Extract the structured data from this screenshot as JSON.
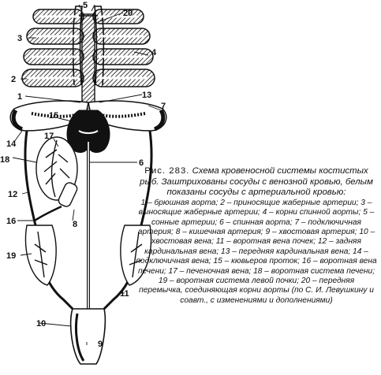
{
  "caption": {
    "figure_label": "Рис. 283.",
    "title": "Схема кровеносной системы костистых рыб. Заштрихованы сосуды с венозной кровью, белым показаны сосуды с артериальной кровью:",
    "legend": "1 – брюшная аорта; 2 – приносящие жаберные артерии; 3 – выносящие жаберные артерии; 4 – корни спинной аорты; 5 – сонные артерии; 6 – спинная аорта; 7 – подключичная артерия; 8 – кишечная артерия; 9 – хвостовая артерия; 10 – хвостовая вена; 11 – воротная вена почек; 12 – задняя кардинальная вена; 13 – передняя кардинальная вена; 14 – подключичная вена; 15 – кювьеров проток; 16 – воротная вена печени; 17 – печеночная вена; 18 – воротная система печени; 19 – воротная система левой почки; 20 – передняя перемычка, соединяющая корни аорты (по С. И. Левушкину и соавт., с изменениями и дополнениями)"
  },
  "labels": {
    "n1": "1",
    "n2": "2",
    "n3": "3",
    "n4": "4",
    "n5": "5",
    "n6": "6",
    "n7": "7",
    "n8": "8",
    "n9": "9",
    "n10": "10",
    "n11": "11",
    "n12": "12",
    "n13": "13",
    "n14": "14",
    "n15": "15",
    "n16": "16",
    "n17": "17",
    "n18": "18",
    "n19": "19",
    "n20": "20"
  }
}
